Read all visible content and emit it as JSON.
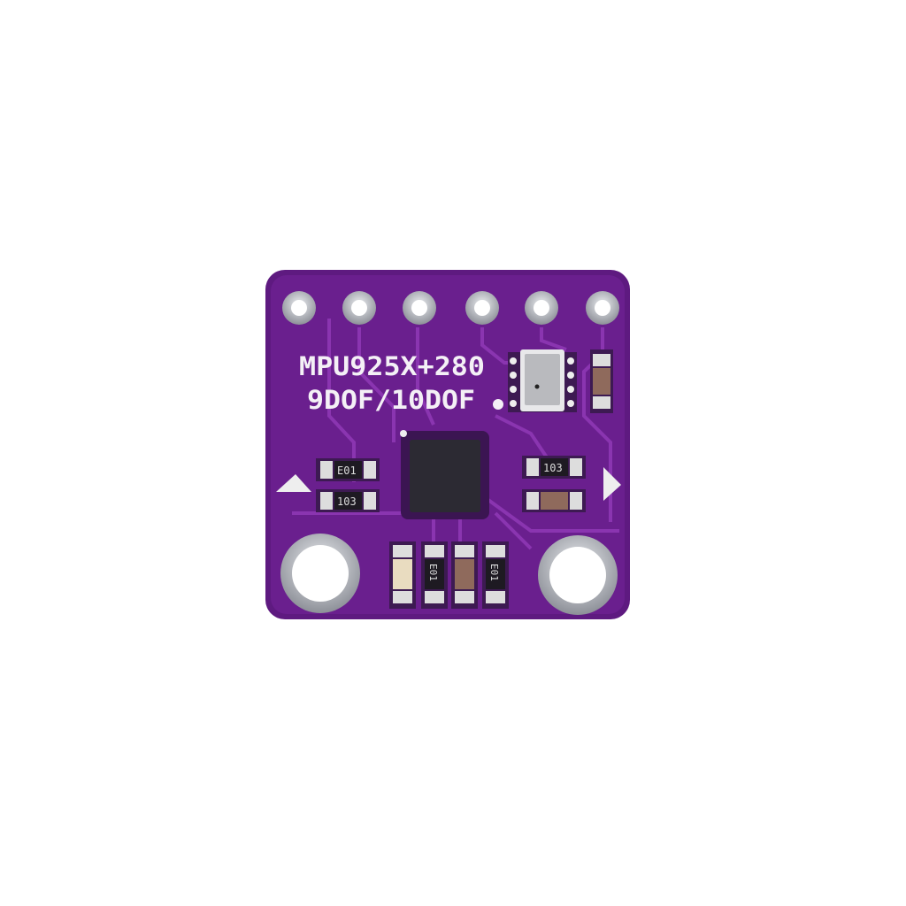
{
  "board": {
    "label_line1": "MPU925X+280",
    "label_line2": "9DOF/10DOF",
    "resistor_codes": [
      "E01",
      "103",
      "103",
      "E01",
      "E01"
    ],
    "colors": {
      "pcb": "#6a1f8e",
      "pcb_dark": "#4a1466",
      "trace": "#8a35b0",
      "pad": "#c9ccd2",
      "chip": "#2c2a33"
    }
  }
}
